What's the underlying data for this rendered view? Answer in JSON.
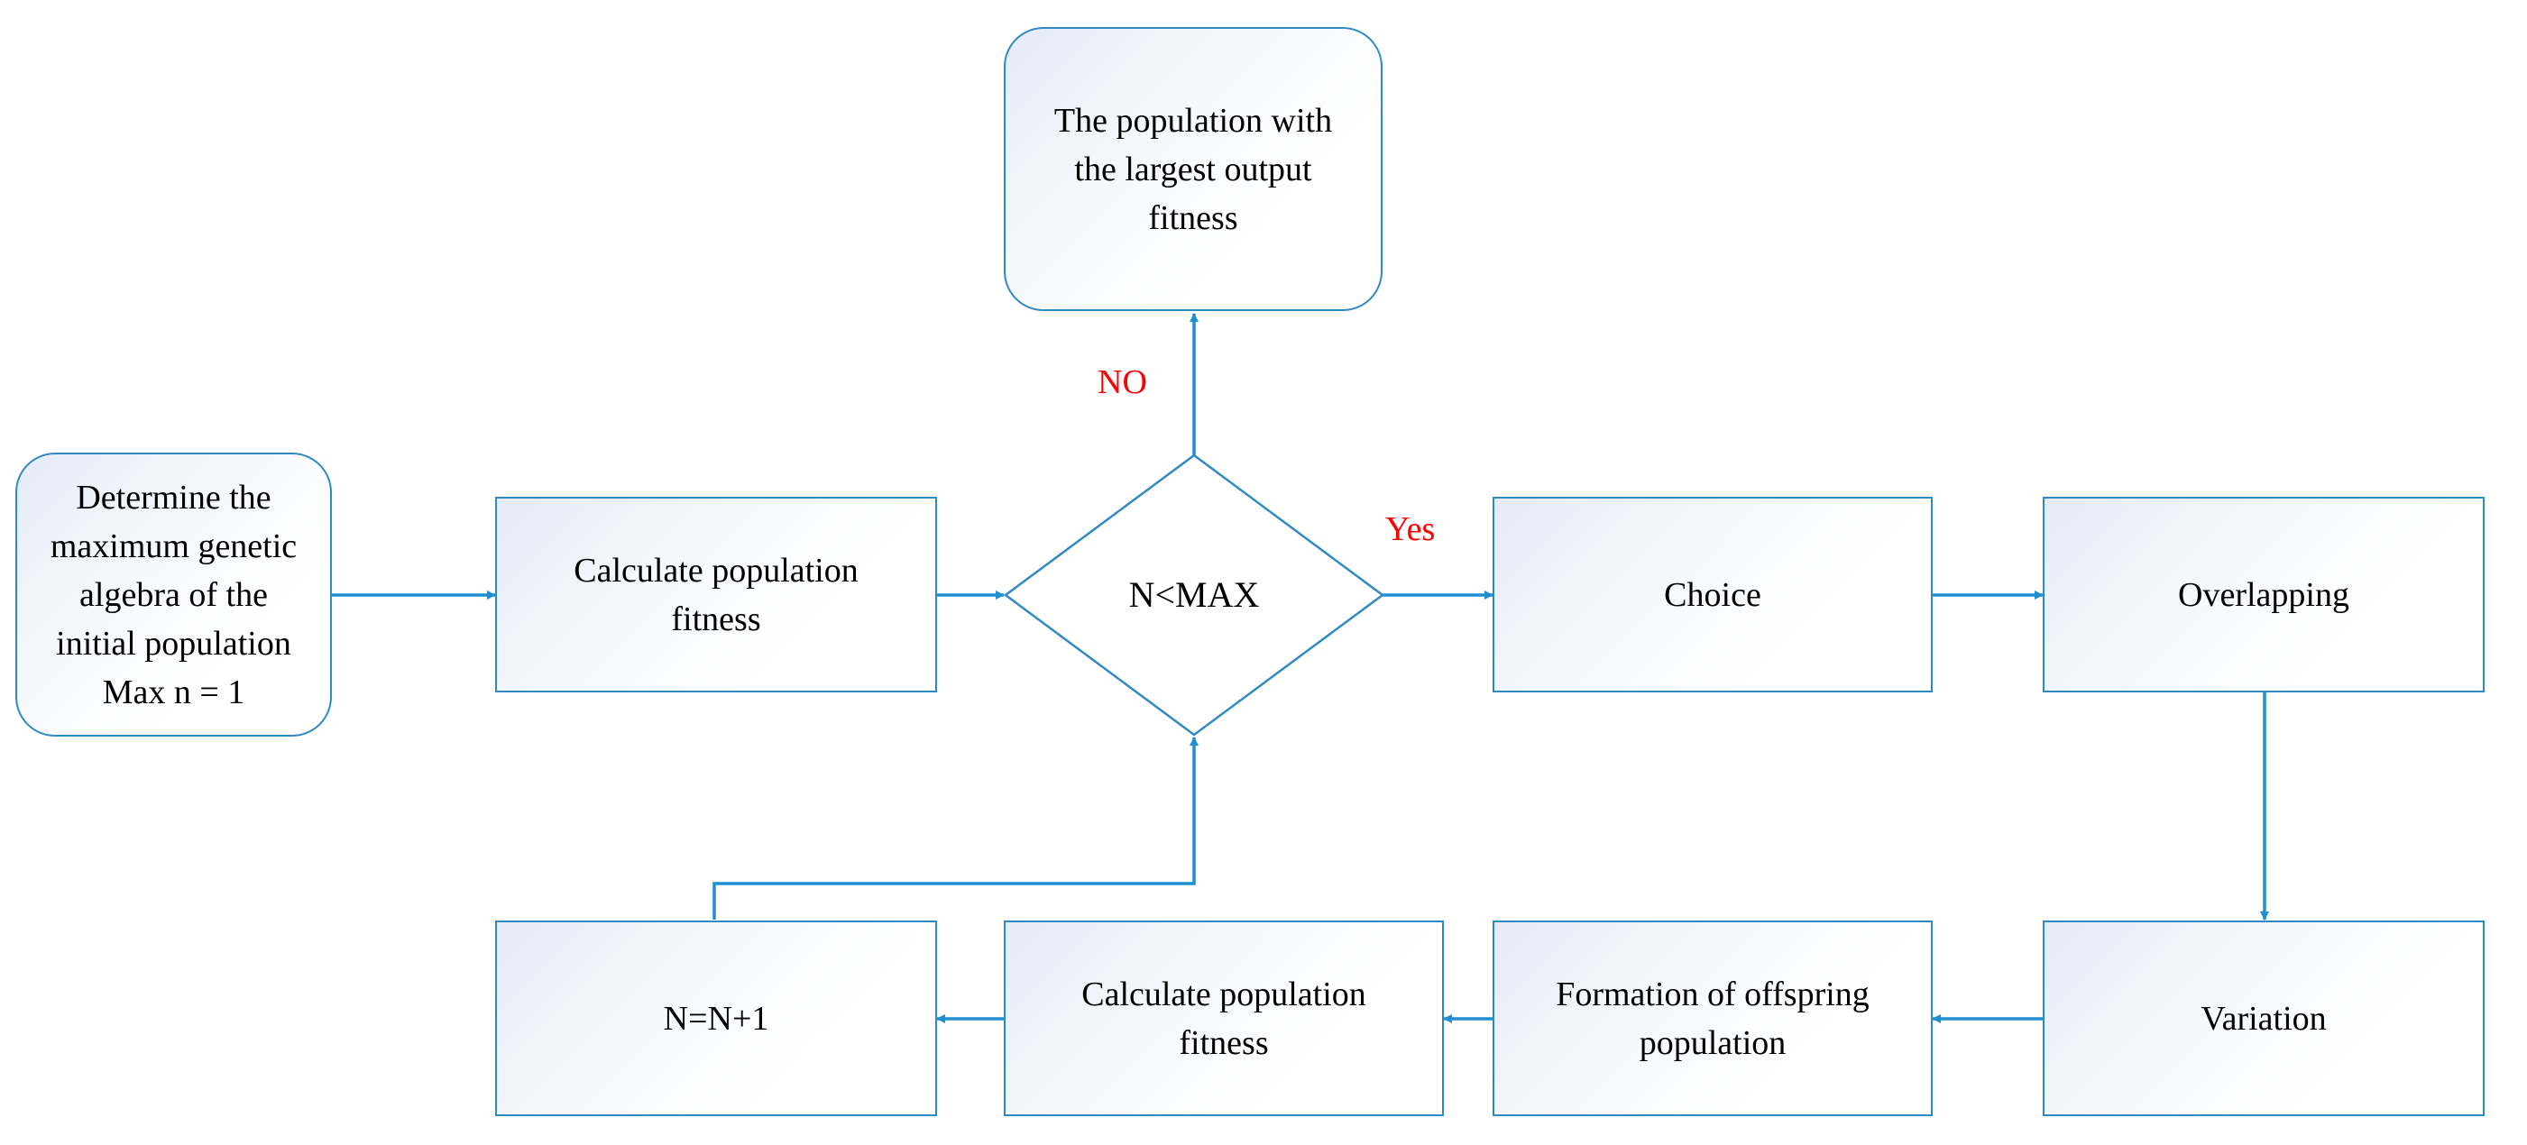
{
  "diagram": {
    "nodes": {
      "start": "Determine the\nmaximum genetic\nalgebra of the\ninitial population\nMax n = 1",
      "calc_fitness_1": "Calculate population\nfitness",
      "decision": "N<MAX",
      "output": "The population with\nthe largest output\nfitness",
      "choice": "Choice",
      "overlapping": "Overlapping",
      "variation": "Variation",
      "offspring": "Formation of offspring\npopulation",
      "calc_fitness_2": "Calculate population\nfitness",
      "increment": "N=N+1"
    },
    "edge_labels": {
      "no": "NO",
      "yes": "Yes"
    },
    "colors": {
      "border": "#2f8ac4",
      "arrow": "#1f8fd0",
      "label": "#ff0000",
      "fill_start": "#e4ebf7"
    }
  }
}
